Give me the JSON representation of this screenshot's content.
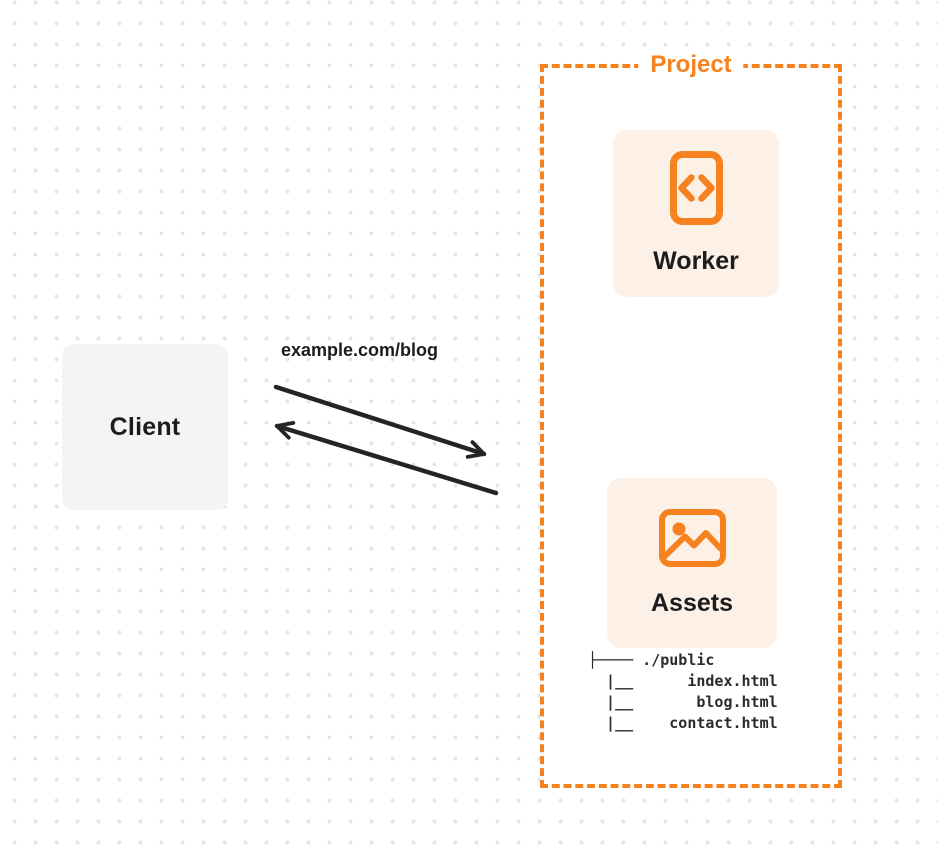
{
  "colors": {
    "accent_orange": "#f6821f",
    "card_background": "#fdf1e7",
    "client_background": "#f4f4f5",
    "ink": "#1c1c1e",
    "arrow": "#242424",
    "grid_dot": "#e4e4e7"
  },
  "client": {
    "label": "Client"
  },
  "request": {
    "url_label": "example.com/blog"
  },
  "project": {
    "label": "Project",
    "worker": {
      "label": "Worker",
      "icon": "code-document-icon"
    },
    "assets": {
      "label": "Assets",
      "icon": "image-icon",
      "file_tree": "├──── ./public\n  |__      index.html\n  |__       blog.html\n  |__    contact.html"
    }
  }
}
